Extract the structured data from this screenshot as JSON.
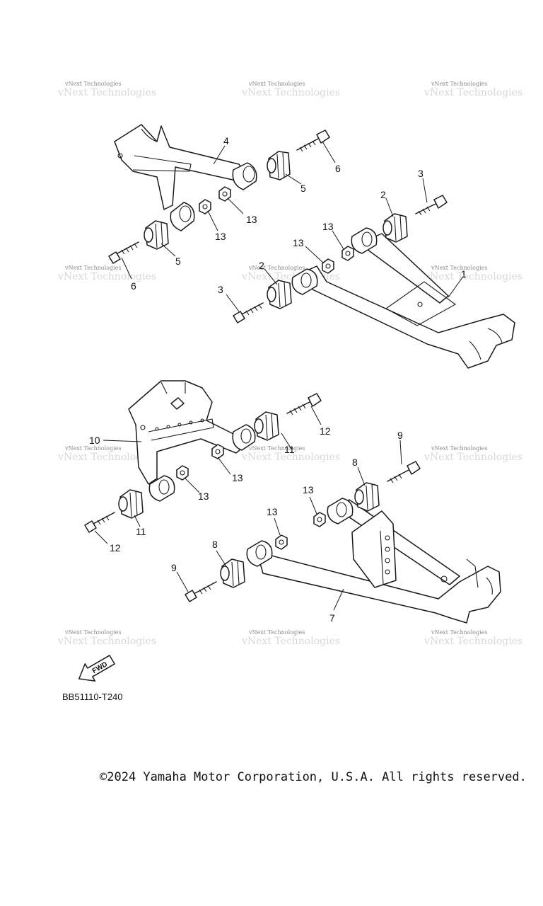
{
  "watermark": {
    "text": "vNext Technologies"
  },
  "callouts": [
    "1",
    "2",
    "3",
    "4",
    "5",
    "6",
    "7",
    "8",
    "9",
    "10",
    "11",
    "12",
    "13"
  ],
  "fwd_label": "FWD",
  "diagram_code": "BB51110-T240",
  "copyright": "©2024 Yamaha Motor Corporation, U.S.A. All rights reserved."
}
